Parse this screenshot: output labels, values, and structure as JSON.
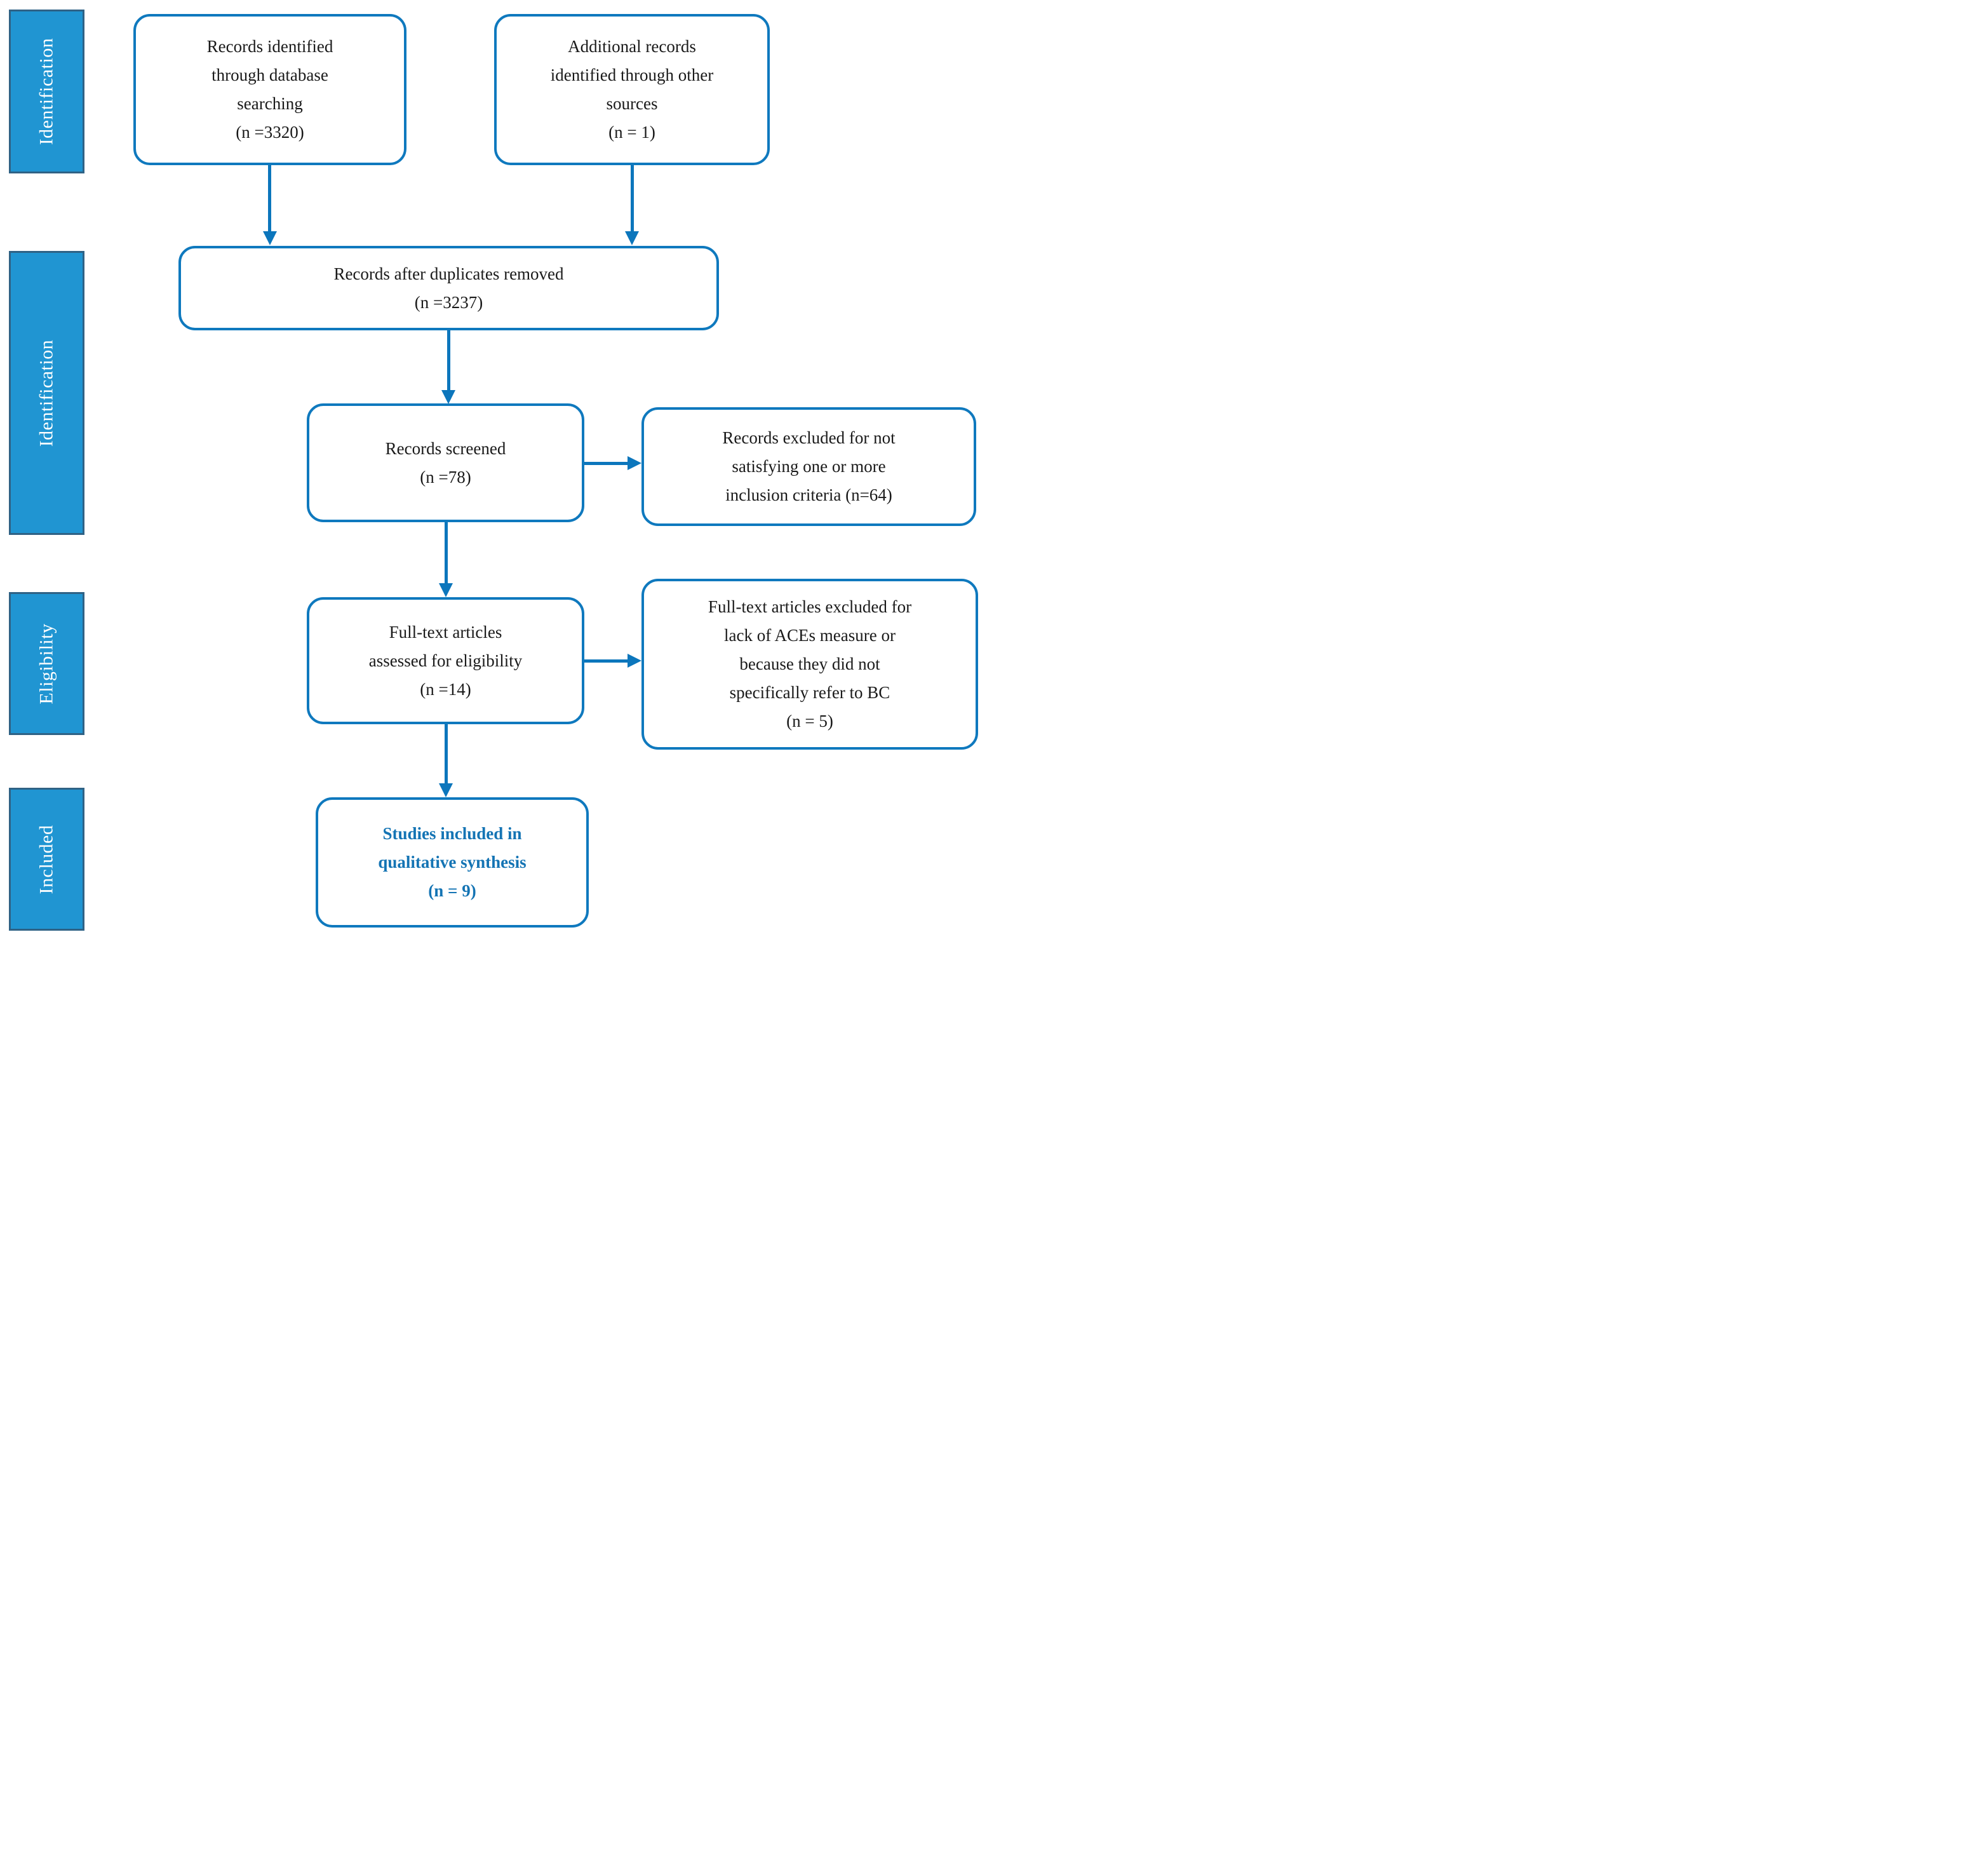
{
  "colors": {
    "background": "#ffffff",
    "box_border": "#0f79be",
    "arrow": "#0c76bc",
    "stage_fill": "#2095d2",
    "stage_border": "#2f6285",
    "stage_text": "#ffffff",
    "body_text": "#1a1a1a",
    "included_text": "#1474b4"
  },
  "stages": [
    {
      "label": "Identification"
    },
    {
      "label": "Identification"
    },
    {
      "label": "Eligibility"
    },
    {
      "label": "Included"
    }
  ],
  "boxes": {
    "database": {
      "text": "Records identified\nthrough database\nsearching",
      "count": "(n =3320)"
    },
    "other_sources": {
      "text": "Additional records\nidentified through other\nsources",
      "count": "(n = 1)"
    },
    "duplicates_removed": {
      "text": "Records after duplicates removed",
      "count": "(n =3237)"
    },
    "screened": {
      "text": "Records screened",
      "count": "(n =78)"
    },
    "screening_excluded": {
      "text": "Records excluded for not\nsatisfying one or more\ninclusion criteria (n=64)"
    },
    "fulltext": {
      "text": "Full-text articles\nassessed for eligibility",
      "count": "(n =14)"
    },
    "fulltext_excluded": {
      "text": "Full-text articles excluded for\nlack of ACEs measure or\nbecause they did not\nspecifically refer to BC",
      "count": "(n = 5)"
    },
    "included": {
      "text": "Studies included in\nqualitative synthesis",
      "count": "(n = 9)"
    }
  }
}
